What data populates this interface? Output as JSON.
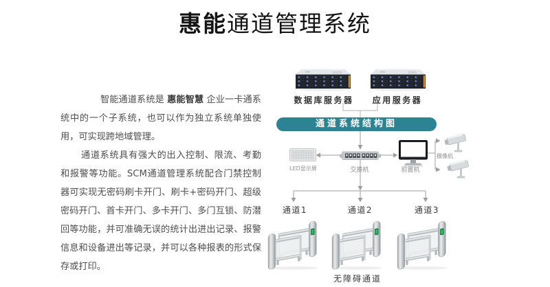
{
  "title": {
    "bold": "惠能",
    "rest": "通道管理系统"
  },
  "intro": {
    "p1_prefix": "智能通道系统是 ",
    "p1_brand": "惠能智慧",
    "p1_suffix": " 企业一卡通系统中的一个子系统，也可以作为独立系统单独使用，可实现跨地域管理。",
    "p2": "通道系统具有强大的出入控制、限流、考勤和报警等功能。SCM通道管理系统配合门禁控制器可实现无密码刷卡开门、刷卡+密码开门、超级密码开门、首卡开门、多卡开门、多门互锁、防潜回等功能，并可准确无误的统计出进出记录、报警信息和设备进出等记录，并可以各种报表的形式保存或打印。"
  },
  "diagram": {
    "banner": "通道系统结构图",
    "servers": [
      {
        "label": "数据库服务器"
      },
      {
        "label": "应用服务器"
      }
    ],
    "nodes": {
      "led": "LED显示屏",
      "switch": "交换机",
      "frontend": "前置机",
      "camera": "摄像机"
    },
    "channels": [
      "通道1",
      "通道2",
      "通道3"
    ],
    "footer": "无障碍通道",
    "icons": {
      "database-server-icon": "rack-server shape",
      "app-server-icon": "rack-server shape",
      "led-display-icon": "dot-matrix panel shape",
      "network-switch-icon": "switch with 8 ports shape",
      "frontend-monitor-icon": "desktop monitor shape",
      "cctv-camera-icon": "surveillance camera shape",
      "turnstile-gate-icon": "swing barrier gate shape"
    },
    "colors": {
      "banner_bg": "#2a8494",
      "connector_gray": "#9e9e9e",
      "server_led_blue": "#7e96ff",
      "server_accent_orange": "#de8a2e",
      "gate_indicator_green": "#27c063",
      "body_text": "#4f4f4f",
      "title_text": "#141414"
    }
  }
}
